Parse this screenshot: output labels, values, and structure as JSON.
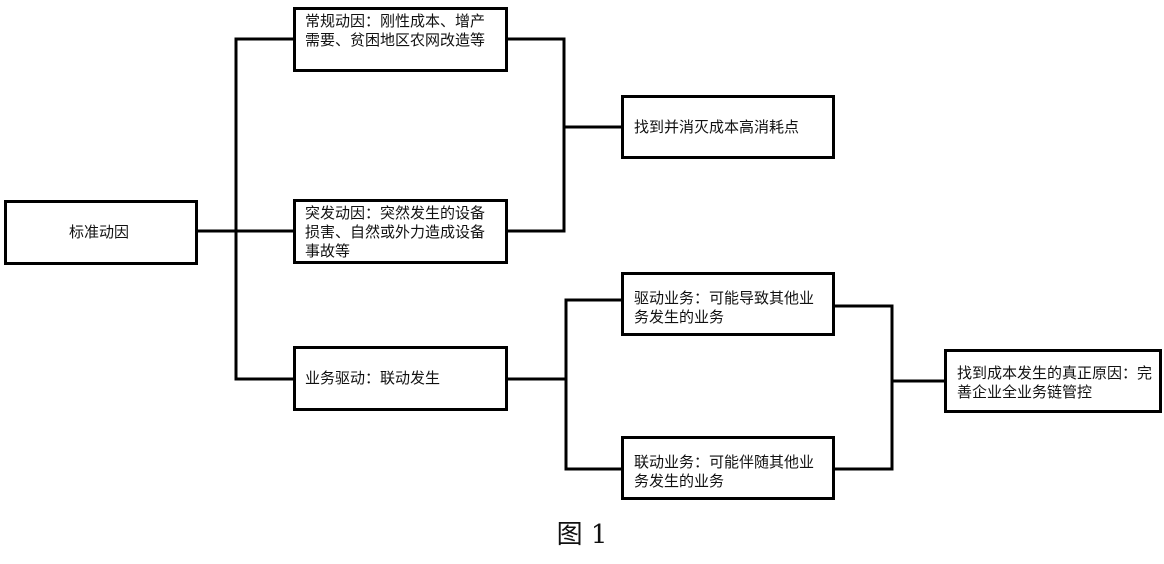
{
  "diagram": {
    "root": "标准动因",
    "routine": "常规动因：刚性成本、增产需要、贫困地区农网改造等",
    "sudden": "突发动因：突然发生的设备损害、自然或外力造成设备事故等",
    "business": "业务驱动：联动发生",
    "result_top": "找到并消灭成本高消耗点",
    "driving": "驱动业务：可能导致其他业务发生的业务",
    "linked": "联动业务：可能伴随其他业务发生的业务",
    "result_bottom": "找到成本发生的真正原因：完善企业全业务链管控"
  },
  "caption": "图 1"
}
